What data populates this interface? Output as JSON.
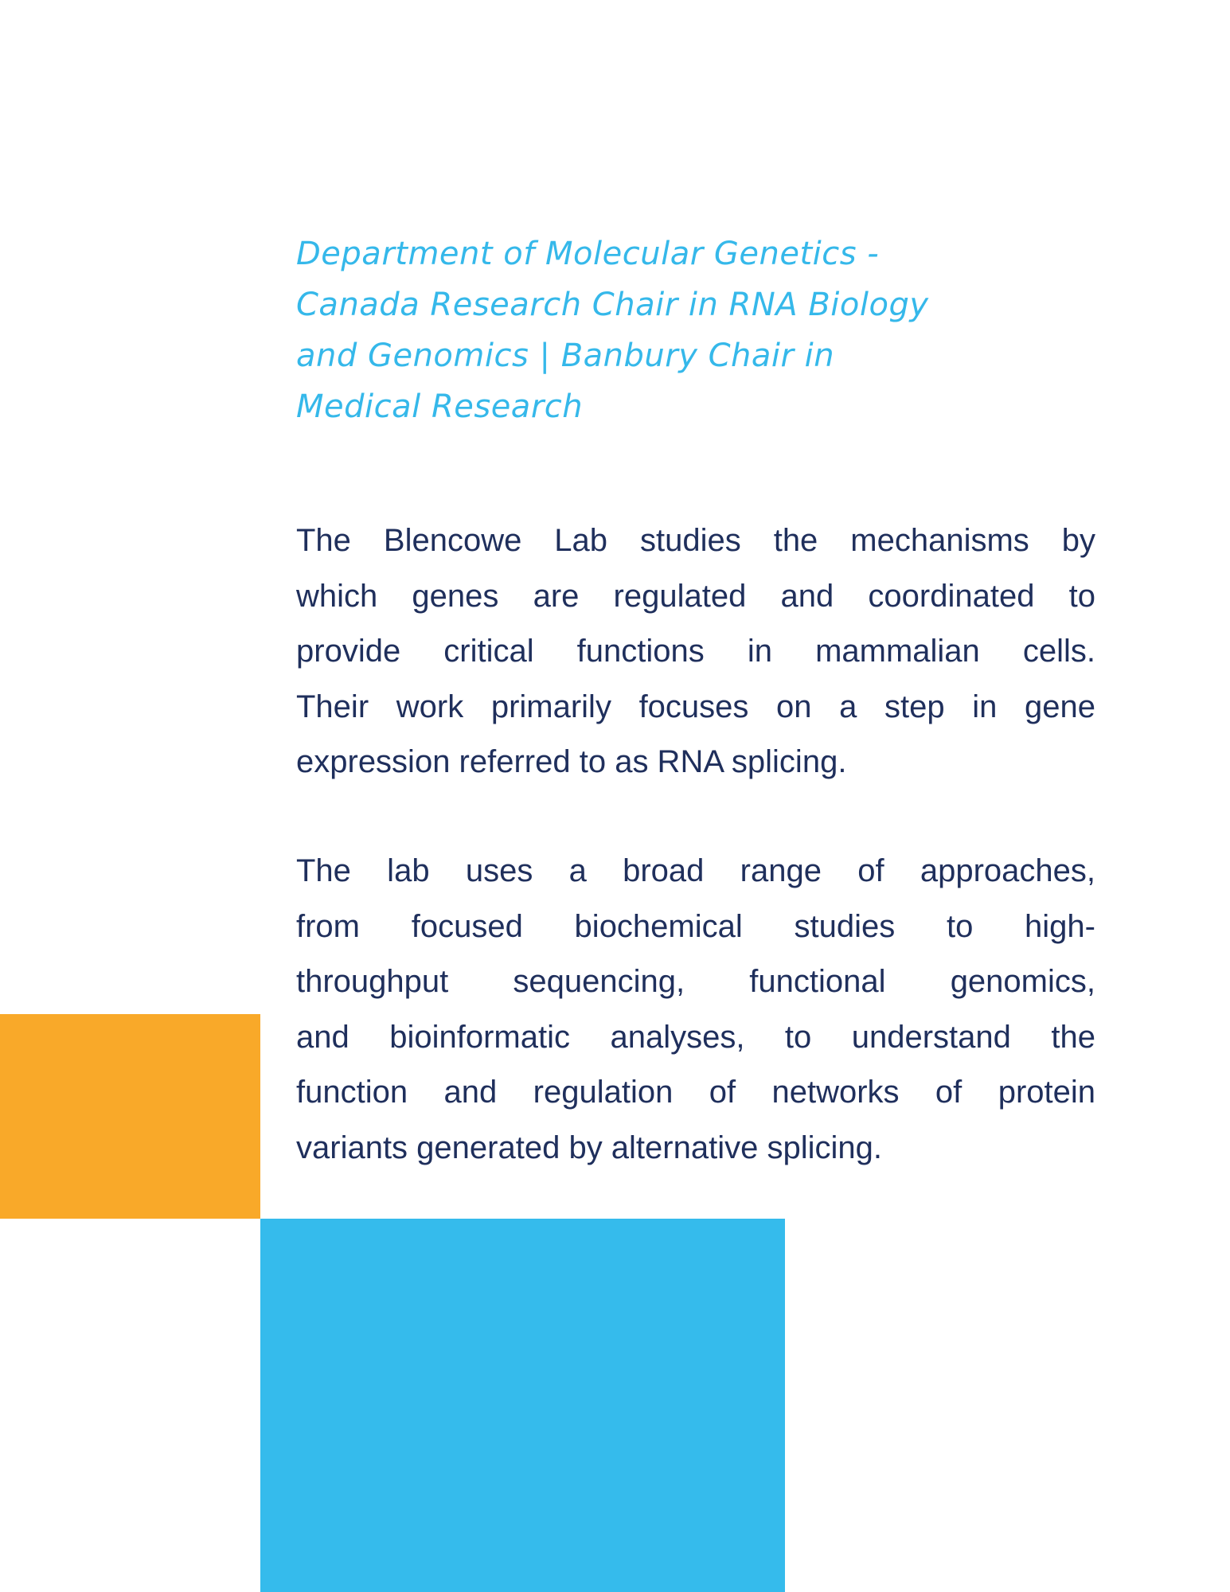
{
  "heading": {
    "lines": [
      "Department of Molecular Genetics -",
      "Canada Research Chair in RNA Biology",
      "and Genomics | Banbury Chair in",
      "Medical Research"
    ]
  },
  "paragraphs": [
    {
      "lines": [
        "The Blencowe Lab studies the mechanisms by",
        "which genes are regulated and coordinated to",
        "provide critical functions in mammalian cells.",
        "Their work primarily focuses on a step in gene",
        "expression referred to as RNA splicing."
      ]
    },
    {
      "lines": [
        "The lab uses a broad range of approaches,",
        "from focused biochemical studies to high-",
        "throughput sequencing, functional genomics,",
        "and bioinformatic analyses, to understand the",
        "function and regulation of networks of protein",
        "variants generated by alternative splicing."
      ]
    }
  ],
  "colors": {
    "heading": "#35b8ea",
    "body": "#1f2f5c",
    "orange_block": "#f9a929",
    "blue_block": "#35bbec"
  }
}
